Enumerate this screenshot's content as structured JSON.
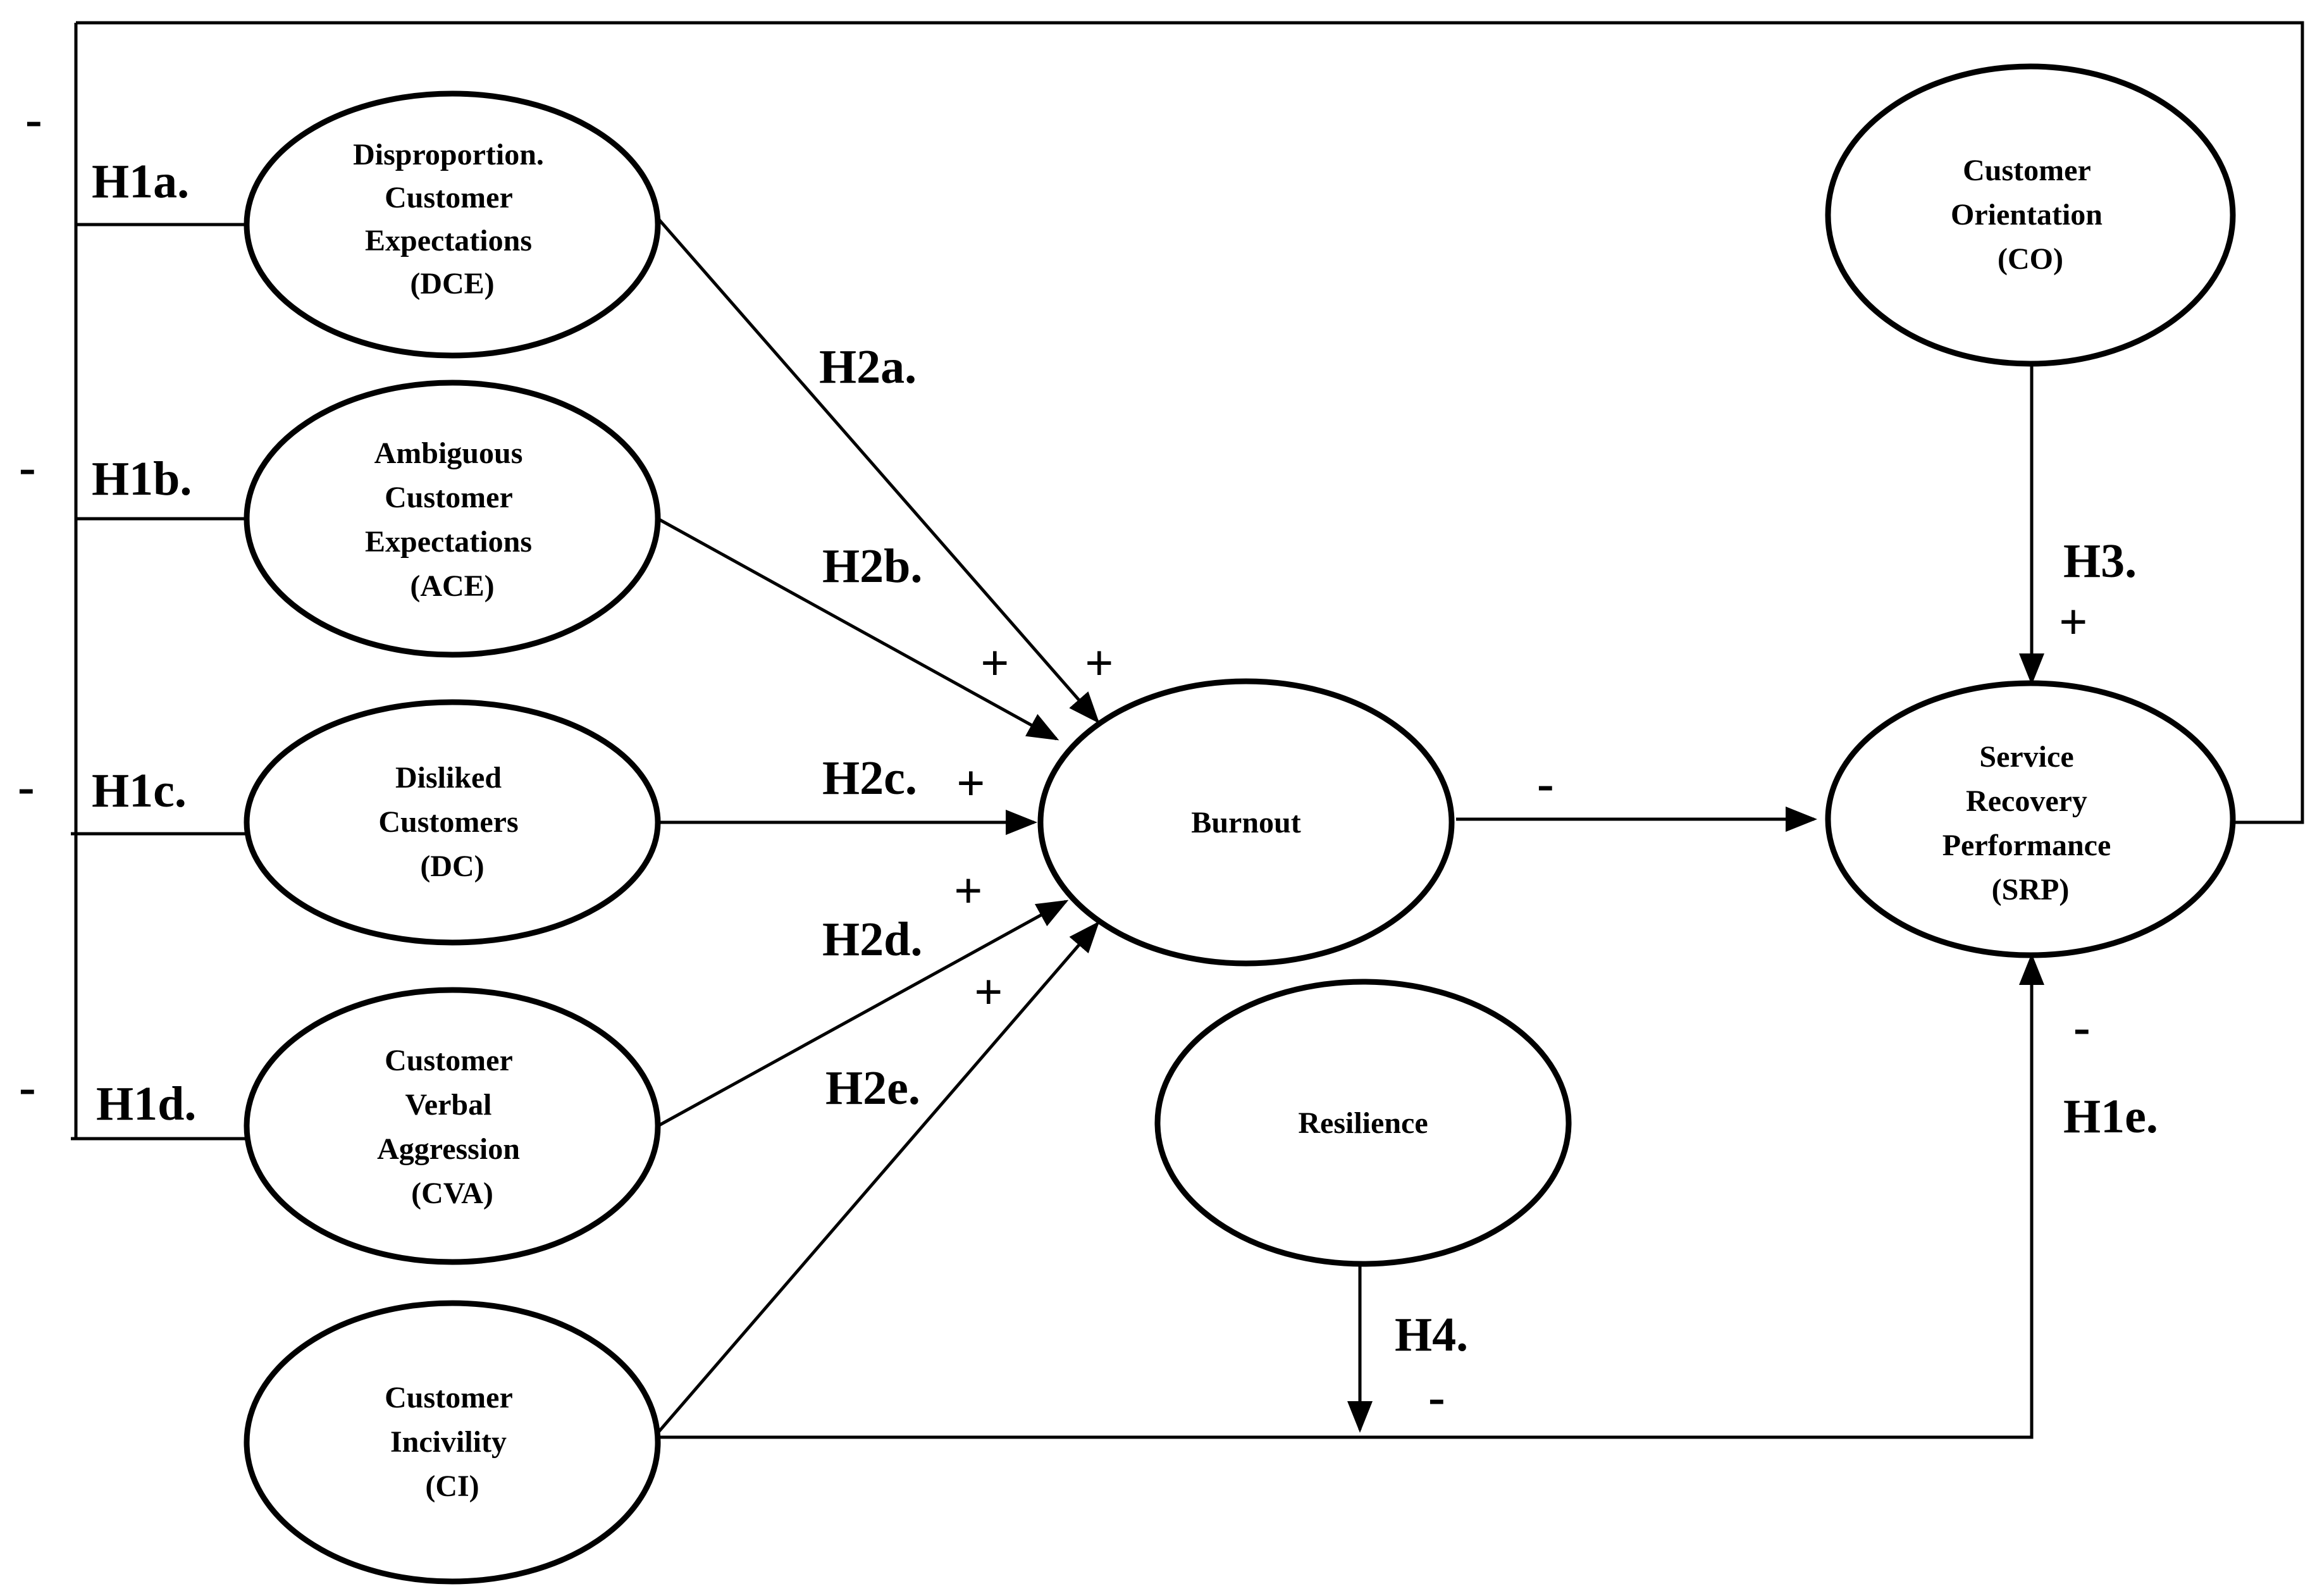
{
  "nodes": {
    "dce": [
      "Disproportion.",
      "Customer",
      "Expectations",
      "(DCE)"
    ],
    "ace": [
      "Ambiguous",
      "Customer",
      "Expectations",
      "(ACE)"
    ],
    "dc": [
      "Disliked",
      "Customers",
      "(DC)"
    ],
    "cva": [
      "Customer",
      "Verbal",
      "Aggression",
      "(CVA)"
    ],
    "ci": [
      "Customer",
      "Incivility",
      "(CI)"
    ],
    "burnout": [
      "Burnout"
    ],
    "resilience": [
      "Resilience"
    ],
    "co": [
      "Customer",
      "Orientation",
      "(CO)"
    ],
    "srp": [
      "Service",
      "Recovery",
      "Performance",
      "(SRP)"
    ]
  },
  "hypotheses": {
    "h1a": "H1a.",
    "h1b": "H1b.",
    "h1c": "H1c.",
    "h1d": "H1d.",
    "h1e": "H1e.",
    "h2a": "H2a.",
    "h2b": "H2b.",
    "h2c": "H2c.",
    "h2d": "H2d.",
    "h2e": "H2e.",
    "h3": "H3.",
    "h4": "H4."
  },
  "signs": {
    "h1a": "-",
    "h1b": "-",
    "h1c": "-",
    "h1d": "-",
    "h1e": "-",
    "h2a": "+",
    "h2b": "+",
    "h2c": "+",
    "h2d": "+",
    "h2e": "+",
    "burnout_srp": "-",
    "h3": "+",
    "h4": "-"
  }
}
